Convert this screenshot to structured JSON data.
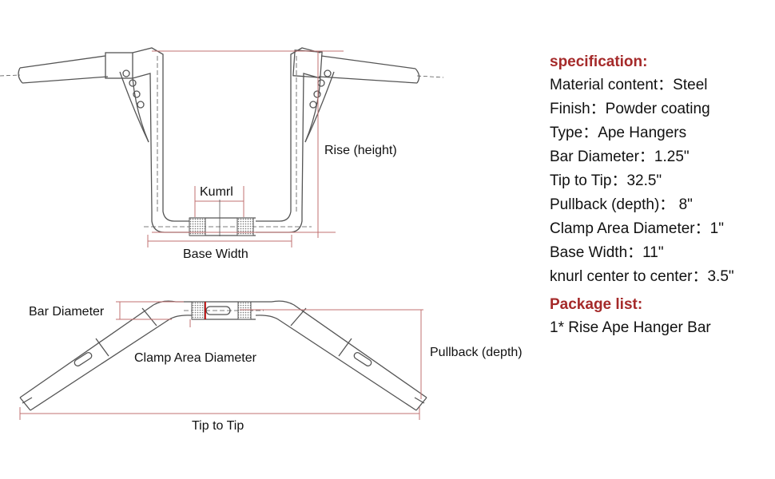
{
  "colors": {
    "line": "#555555",
    "dim": "#c07070",
    "heading": "#a52a2a",
    "text": "#111111"
  },
  "diagram": {
    "rise": "Rise (height)",
    "knurl": "Kumrl",
    "base_width": "Base Width",
    "bar_diameter": "Bar Diameter",
    "clamp_area": "Clamp Area Diameter",
    "pullback": "Pullback (depth)",
    "tip_to_tip": "Tip to Tip"
  },
  "spec": {
    "heading": "specification:",
    "rows": [
      "Material content：Steel",
      "Finish：Powder coating",
      "Type：Ape Hangers",
      "Bar Diameter：1.25\"",
      "Tip to Tip：32.5\"",
      "Pullback (depth)： 8\"",
      "Clamp Area Diameter：1\"",
      "Base Width：11\"",
      "knurl center to center：3.5\""
    ],
    "package_heading": "Package list:",
    "package_items": [
      "1* Rise Ape Hanger Bar"
    ]
  }
}
